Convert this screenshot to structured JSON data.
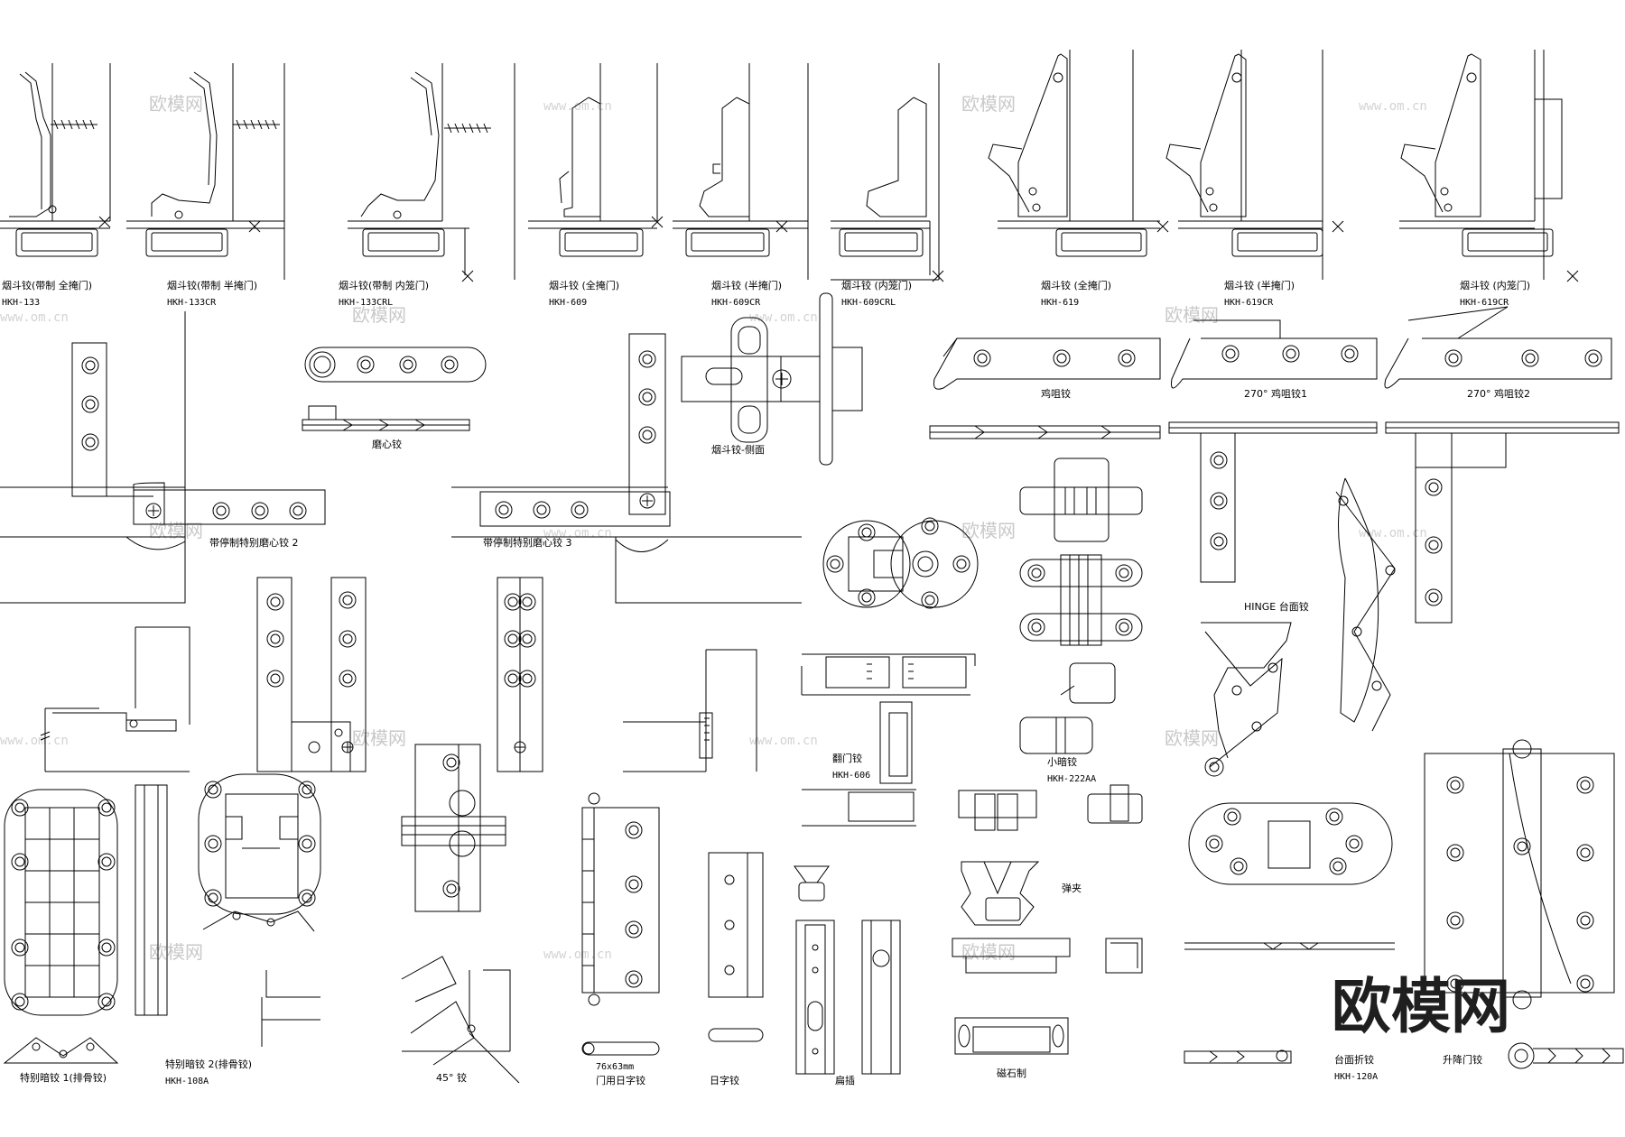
{
  "watermark": {
    "brand": "欧模网",
    "site": "www.om.cn",
    "corner_logo": "欧模网"
  },
  "labels": {
    "l1": "烟斗铰(带制 全掩门)",
    "c1": "HKH-133",
    "l2": "烟斗铰(带制 半掩门)",
    "c2": "HKH-133CR",
    "l3": "烟斗铰(带制 内笼门)",
    "c3": "HKH-133CRL",
    "l4": "烟斗铰 (全掩门)",
    "c4": "HKH-609",
    "l5": "烟斗铰 (半掩门)",
    "c5": "HKH-609CR",
    "l6": "烟斗铰 (内笼门)",
    "c6": "HKH-609CRL",
    "l7": "烟斗铰 (全掩门)",
    "c7": "HKH-619",
    "l8": "烟斗铰 (半掩门)",
    "c8": "HKH-619CR",
    "l9": "烟斗铰 (内笼门)",
    "c9": "HKH-619CR",
    "mo_xin": "磨心铰",
    "side_view": "烟斗铰-侧面",
    "ji_zui": "鸡咀铰",
    "ji_zui_270_1": "270° 鸡咀铰1",
    "ji_zui_270_2": "270° 鸡咀铰2",
    "stop_2": "带停制特别磨心铰 2",
    "stop_3": "带停制特别磨心铰 3",
    "table_hinge": "HINGE 台面铰",
    "flap": "翻门铰",
    "flap_code": "HKH-606",
    "small_conceal": "小暗铰",
    "small_conceal_code": "HKH-222AA",
    "spring_clip": "弹夹",
    "magnet": "磁石制",
    "special_1": "特别暗铰 1(排骨铰)",
    "special_2": "特别暗铰 2(排骨铰)",
    "special_2_code": "HKH-108A",
    "deg45": "45° 铰",
    "door_size": "76x63mm",
    "door_hinge": "门用日字铰",
    "ri_zi": "日字铰",
    "bian_cha": "扁插",
    "table_fold": "台面折铰",
    "table_fold_code": "HKH-120A",
    "lift": "升降门铰"
  },
  "colors": {
    "line": "#000000",
    "paper": "#ffffff",
    "watermark": "#c9c9c9"
  }
}
